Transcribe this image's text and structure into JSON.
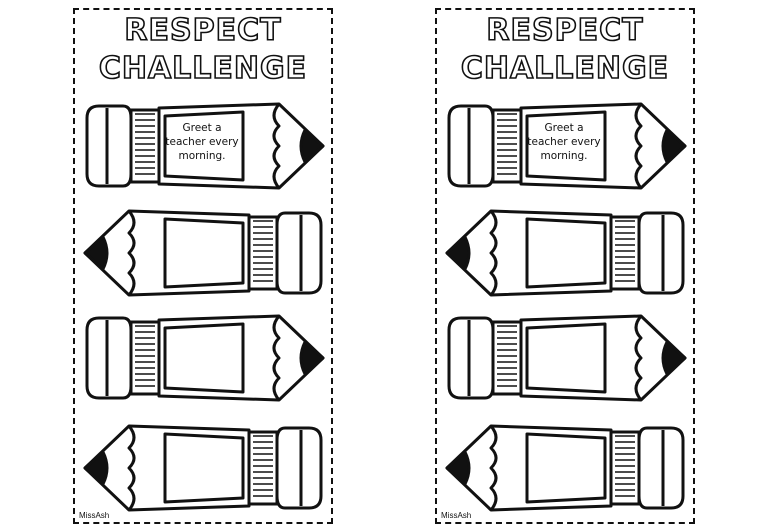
{
  "cards": [
    {
      "title_line1": "RESPECT",
      "title_line2": "CHALLENGE",
      "pencils": [
        {
          "direction": "right",
          "text": "Greet a teacher every morning."
        },
        {
          "direction": "left",
          "text": ""
        },
        {
          "direction": "right",
          "text": ""
        },
        {
          "direction": "left",
          "text": ""
        }
      ],
      "brand": "MissAsh"
    },
    {
      "title_line1": "RESPECT",
      "title_line2": "CHALLENGE",
      "pencils": [
        {
          "direction": "right",
          "text": "Greet a teacher every morning."
        },
        {
          "direction": "left",
          "text": ""
        },
        {
          "direction": "right",
          "text": ""
        },
        {
          "direction": "left",
          "text": ""
        }
      ],
      "brand": "MissAsh"
    }
  ]
}
